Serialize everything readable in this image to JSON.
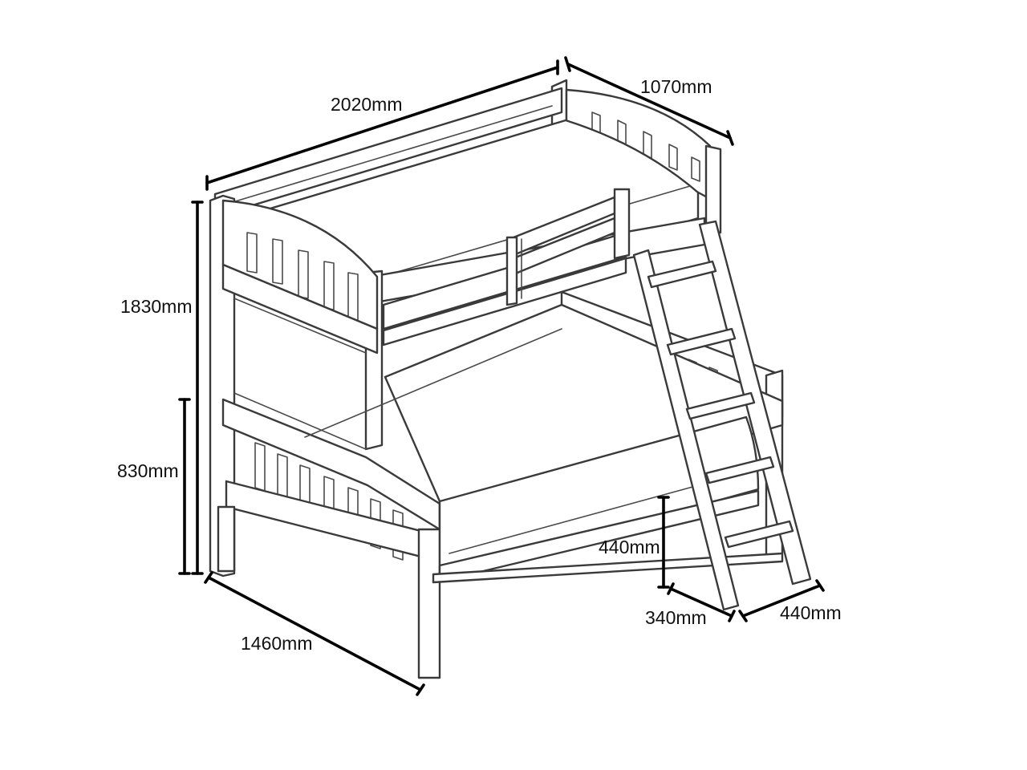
{
  "dimensions": {
    "top_length": "2020mm",
    "top_depth": "1070mm",
    "total_height": "1830mm",
    "lower_height": "830mm",
    "bottom_width": "1460mm",
    "ladder_height": "440mm",
    "ladder_depth": "340mm",
    "ladder_width": "440mm"
  },
  "colors": {
    "line": "#3a3a3a",
    "dimension": "#000000",
    "background": "#ffffff"
  }
}
